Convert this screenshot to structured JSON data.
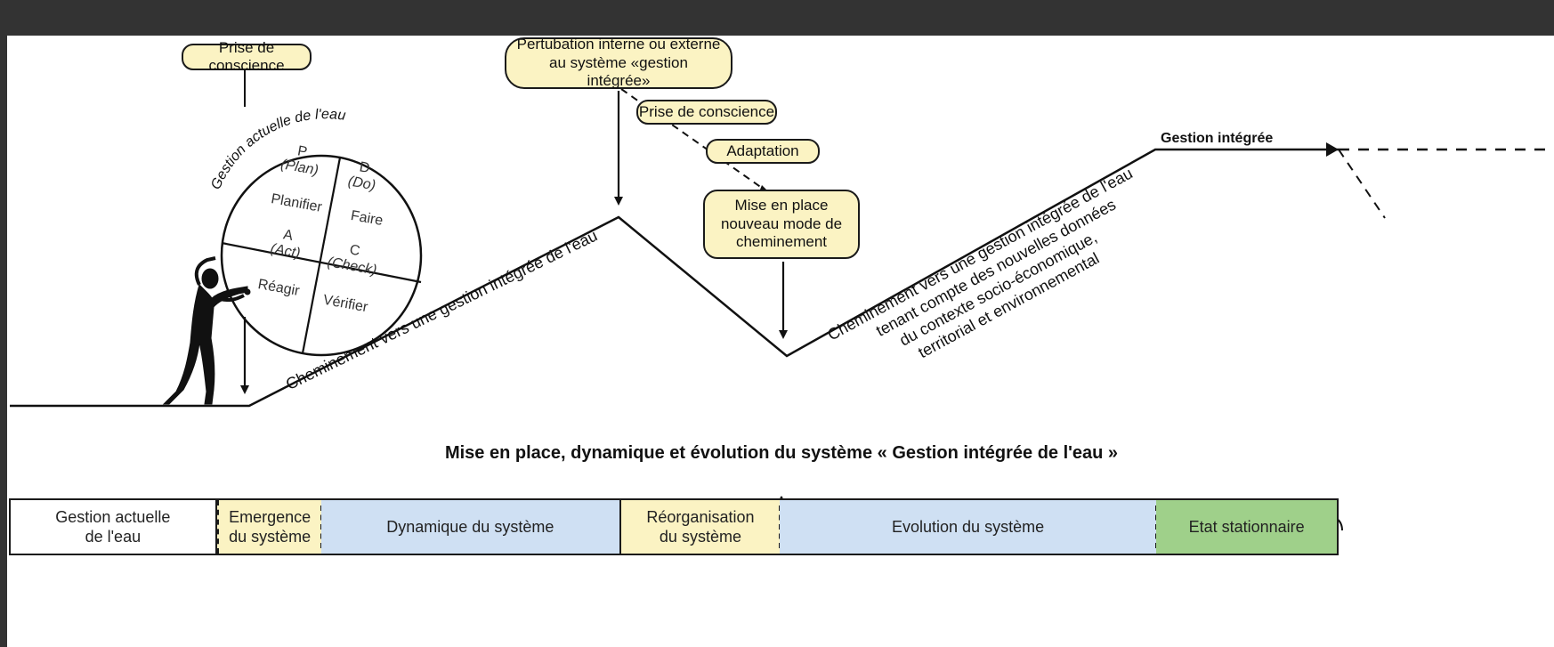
{
  "diagram": {
    "start_awareness": "Prise de conscience",
    "cycle": {
      "arc_label": "Gestion actuelle de l'eau",
      "quadrants": [
        {
          "letter": "P",
          "english": "(Plan)",
          "french": "Planifier"
        },
        {
          "letter": "D",
          "english": "(Do)",
          "french": "Faire"
        },
        {
          "letter": "A",
          "english": "(Act)",
          "french": "Réagir"
        },
        {
          "letter": "C",
          "english": "(Check)",
          "french": "Vérifier"
        }
      ]
    },
    "slope1_label": "Cheminement vers une gestion intégrée de l'eau",
    "disturbance": "Pertubation interne ou externe au système «gestion intégrée»",
    "awareness2": "Prise de conscience",
    "adaptation": "Adaptation",
    "new_path": "Mise en place nouveau mode de cheminement",
    "slope2_lines": [
      "Cheminement vers une gestion intégrée de l'eau",
      "tenant compte des nouvelles données",
      "du contexte socio-économique,",
      "territorial et environnemental"
    ],
    "integrated": "Gestion intégrée"
  },
  "caption": "Mise en place, dynamique et évolution du système  « Gestion intégrée de l'eau »",
  "timeline": [
    {
      "label": "Gestion actuelle de l'eau",
      "color": "#ffffff"
    },
    {
      "label": "Emergence du système",
      "color": "#fbf3c3"
    },
    {
      "label": "Dynamique du système",
      "color": "#cfe0f3"
    },
    {
      "label": "Réorganisation du système",
      "color": "#fbf3c3"
    },
    {
      "label": "Evolution du système",
      "color": "#cfe0f3"
    },
    {
      "label": "Etat stationnaire",
      "color": "#9fd08a"
    }
  ]
}
